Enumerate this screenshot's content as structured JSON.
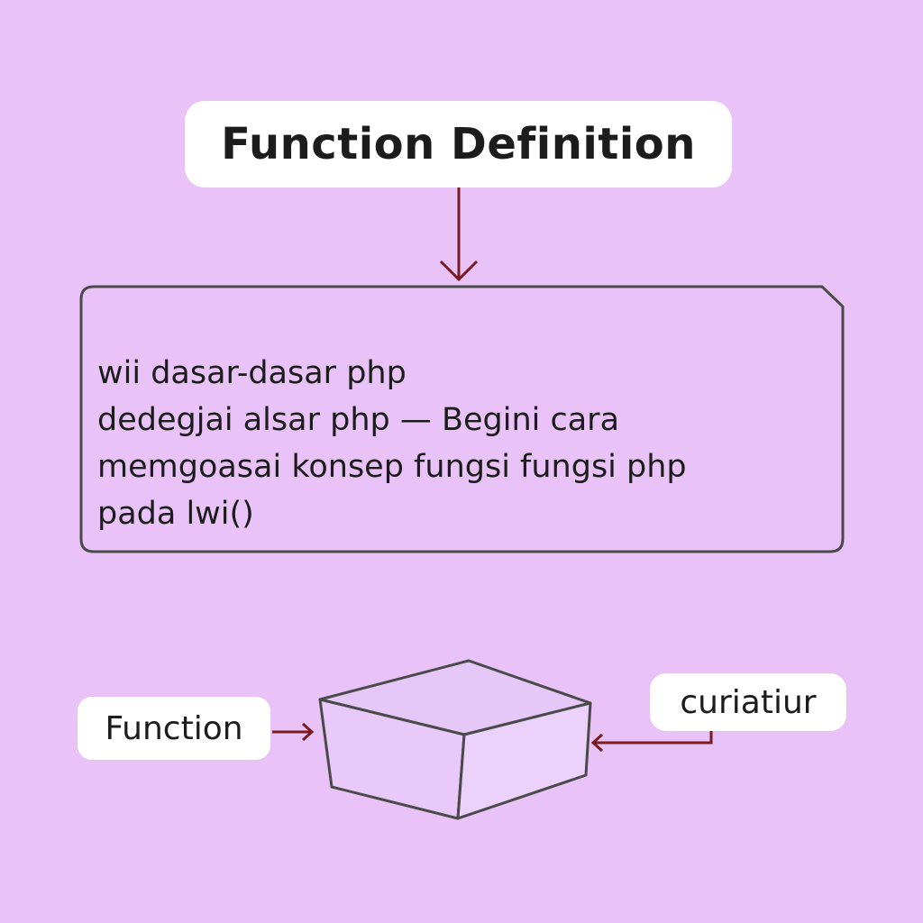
{
  "title": "Function Definition",
  "description_lines": [
    "wii dasar-dasar php",
    "dedegjai alsar php — Begini cara",
    "memgoasai konsep fungsi fungsi php",
    "pada lwi()"
  ],
  "left_label": "Function",
  "right_label": "curiatiur",
  "colors": {
    "background": "#e9c3f8",
    "arrow": "#7a1a22",
    "outline": "#4a4a4a",
    "box_fill": "#eacdf9"
  }
}
